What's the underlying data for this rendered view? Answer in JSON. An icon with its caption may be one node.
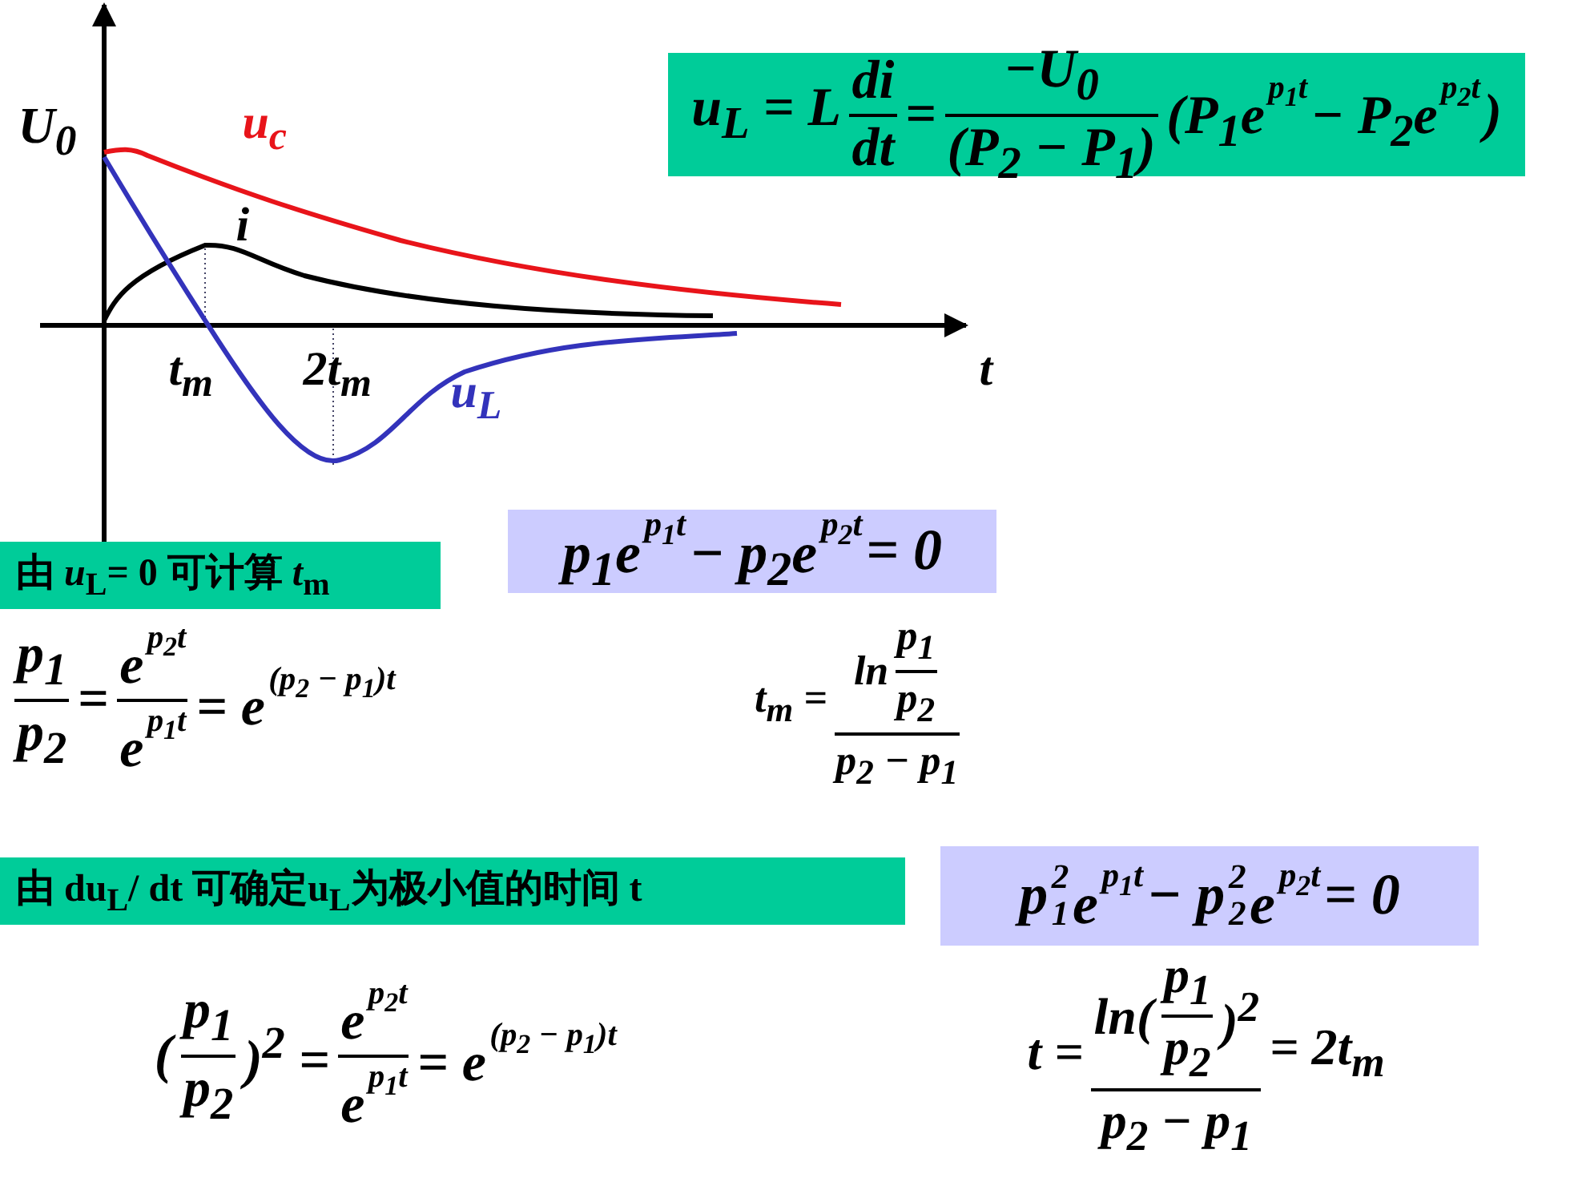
{
  "diagram": {
    "nodes": [
      {
        "text": [
          "*u*$_{L}$ = *L*",
          "di",
          "dt",
          "=",
          "−U$_{0}$",
          "(P$_{2}$ − P$_{1}$)",
          "(P$_{1}$e",
          "p$_{1}$t",
          "− P$_{2}$e",
          "p$_{2}$t",
          ")"
        ]
      },
      {
        "text": [
          "由 *u*$_{L}$= 0 可计算 *t*$_{m}$"
        ]
      },
      {
        "text": [
          "p$_{1}$e",
          "p$_{1}$t",
          "− p$_{2}$e",
          "p$_{2}$t",
          "= 0"
        ]
      },
      {
        "text": [
          "由 du$_{L}$/ dt 可确定u$_{L}$为极小值的时间 t"
        ]
      },
      {
        "text": [
          "p",
          "2",
          "1",
          "e",
          "p$_{1}$t",
          "− p",
          "2",
          "2",
          "e",
          "p$_{2}$t",
          "= 0"
        ]
      }
    ],
    "labels": [
      "U$_{0}$",
      "u$_{c}$",
      "i",
      "t$_{m}$",
      "2t$_{m}$",
      "u$_{L}$",
      "t",
      "p$_{1}$",
      "p$_{2}$",
      "=",
      "e",
      "p$_{2}$t",
      "e",
      "p$_{1}$t",
      "= e",
      "(p$_{2}$ − p$_{1}$)t",
      "t$_{m}$ =",
      "ln",
      "p$_{1}$",
      "p$_{2}$",
      "p$_{2}$ − p$_{1}$",
      "(",
      "p$_{1}$",
      "p$_{2}$",
      ")$^{2}$ =",
      "e",
      "p$_{2}$t",
      "e",
      "p$_{1}$t",
      "= e",
      "(p$_{2}$ − p$_{1}$)t",
      "t =",
      "ln(",
      "p$_{1}$",
      "p$_{2}$",
      ")$^{2}$",
      "p$_{2}$ − p$_{1}$",
      "= 2t$_{m}$"
    ]
  }
}
